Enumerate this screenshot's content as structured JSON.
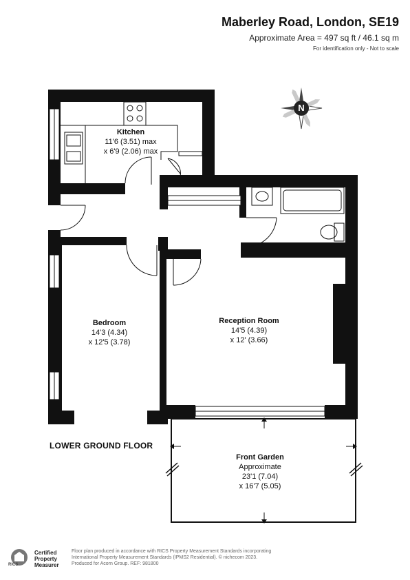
{
  "header": {
    "title": "Maberley Road, London, SE19",
    "area": "Approximate Area = 497 sq ft / 46.1 sq m",
    "note": "For identification only - Not to scale"
  },
  "rooms": {
    "kitchen": {
      "name": "Kitchen",
      "dim1": "11'6 (3.51) max",
      "dim2": "x 6'9 (2.06) max"
    },
    "bedroom": {
      "name": "Bedroom",
      "dim1": "14'3 (4.34)",
      "dim2": "x 12'5 (3.78)"
    },
    "reception": {
      "name": "Reception Room",
      "dim1": "14'5 (4.39)",
      "dim2": "x 12' (3.66)"
    },
    "garden": {
      "name": "Front Garden",
      "dim0": "Approximate",
      "dim1": "23'1 (7.04)",
      "dim2": "x 16'7 (5.05)"
    }
  },
  "floor_label": "LOWER GROUND FLOOR",
  "compass": {
    "letter": "N"
  },
  "footer": {
    "rics": {
      "brand": "RICS",
      "line1": "Certified",
      "line2": "Property",
      "line3": "Measurer"
    },
    "line1": "Floor plan produced in accordance with RICS Property Measurement Standards incorporating",
    "line2": "International Property Measurement Standards (IPMS2 Residential).  © nichecom 2023.",
    "line3": "Produced for Acorn Group.   REF:  981800"
  }
}
